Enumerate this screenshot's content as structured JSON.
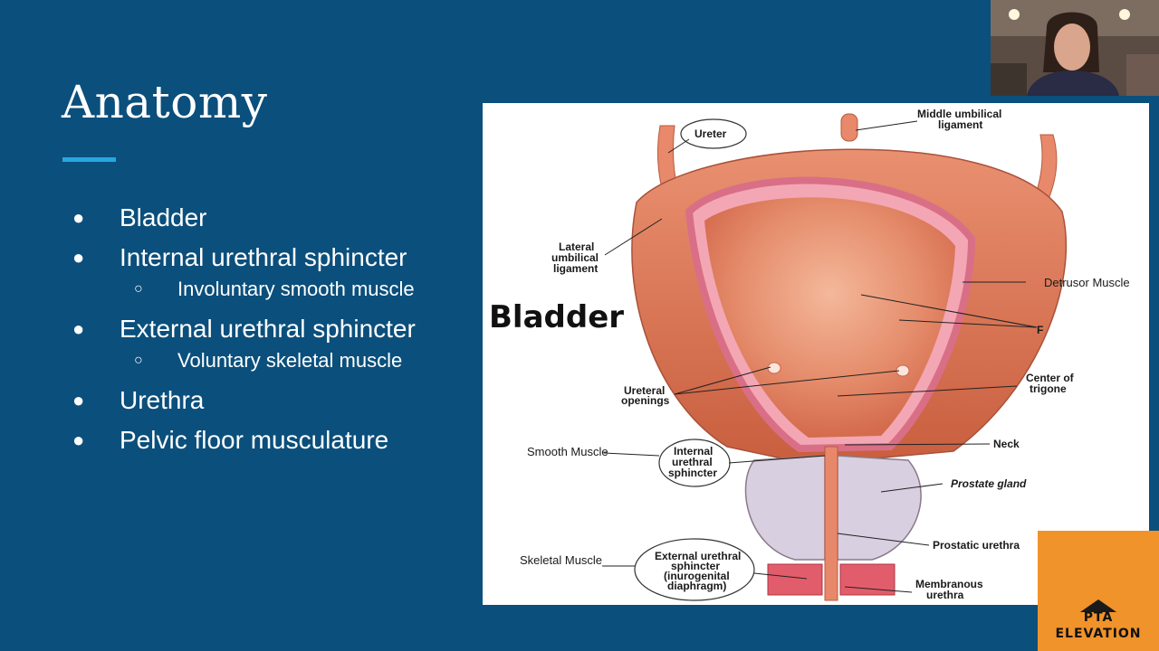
{
  "slide": {
    "title": "Anatomy",
    "bullets": [
      {
        "text": "Bladder"
      },
      {
        "text": "Internal urethral sphincter",
        "sub": "Involuntary smooth muscle"
      },
      {
        "text": "External urethral sphincter",
        "sub": "Voluntary skeletal muscle"
      },
      {
        "text": "Urethra"
      },
      {
        "text": "Pelvic floor musculature"
      }
    ],
    "bullet_glyph": "●",
    "sub_glyph": "○",
    "accent_color": "#25a8e0",
    "background_color": "#0b4f7c"
  },
  "diagram": {
    "heading": "Bladder",
    "labels": {
      "ureter": "Ureter",
      "middle_umbilical_1": "Middle umbilical",
      "middle_umbilical_2": "ligament",
      "lateral_1": "Lateral",
      "lateral_2": "umbilical",
      "lateral_3": "ligament",
      "detrusor": "Detrusor Muscle",
      "f": "F",
      "ureteral_1": "Ureteral",
      "ureteral_2": "openings",
      "center_1": "Center of",
      "center_2": "trigone",
      "smooth": "Smooth Muscle",
      "internal_1": "Internal",
      "internal_2": "urethral",
      "internal_3": "sphincter",
      "neck": "Neck",
      "prostate": "Prostate gland",
      "prostatic": "Prostatic urethra",
      "skeletal": "Skeletal Muscle",
      "external_1": "External urethral",
      "external_2": "sphincter",
      "external_3": "(inurogenital",
      "external_4": "diaphragm)",
      "membranous_1": "Membranous",
      "membranous_2": "urethra"
    }
  },
  "logo": {
    "line1": "PTA",
    "line2": "ELEVATION"
  }
}
